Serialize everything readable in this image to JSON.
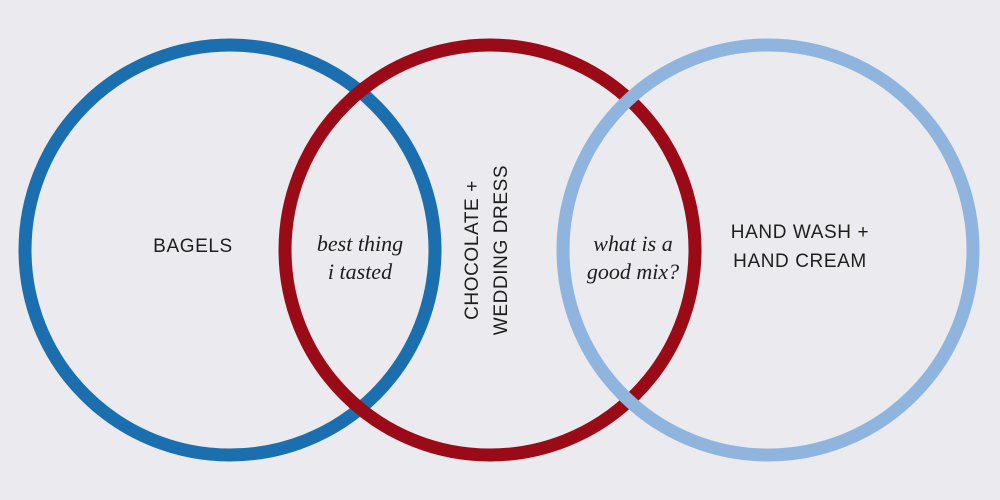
{
  "colors": {
    "background": "#ebeaee",
    "circle_left": "#1b6fae",
    "circle_middle": "#9b0a17",
    "circle_right": "#8fb5df",
    "text": "#1e1e1e"
  },
  "sets": {
    "left": {
      "label": "BAGELS"
    },
    "middle": {
      "line1": "CHOCOLATE +",
      "line2": "WEDDING DRESS"
    },
    "right": {
      "line1": "HAND WASH +",
      "line2": "HAND CREAM"
    }
  },
  "overlaps": {
    "left_middle": {
      "line1": "best thing",
      "line2": "i tasted"
    },
    "middle_right": {
      "line1": "what is a",
      "line2": "good mix?"
    }
  }
}
